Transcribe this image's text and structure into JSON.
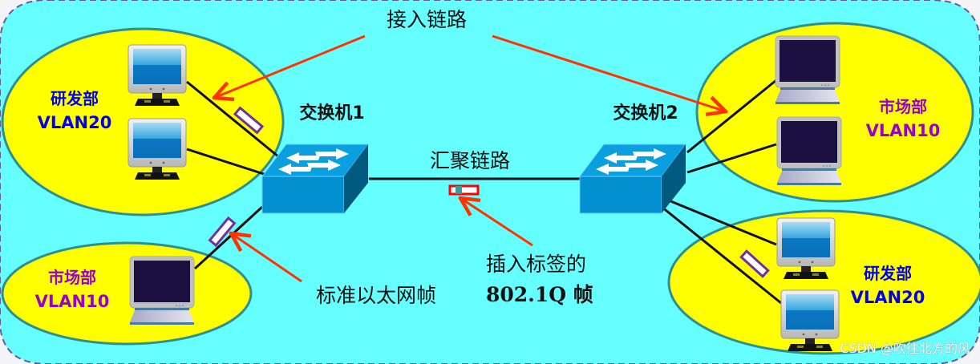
{
  "title": "VLAN 接入链路与汇聚链路示意图",
  "labels": {
    "access_link": "接入链路",
    "trunk_link": "汇聚链路",
    "standard_frame": "标准以太网帧",
    "tagged_frame_line1": "插入标签的",
    "tagged_frame_line2": "802.1Q  帧"
  },
  "switches": [
    {
      "name": "交换机1"
    },
    {
      "name": "交换机2"
    }
  ],
  "groups": [
    {
      "id": "sw1-rd",
      "dept": "研发部",
      "vlan": "VLAN20",
      "dept_color": "#0000ee",
      "device": "desktop",
      "count": 2
    },
    {
      "id": "sw1-mkt",
      "dept": "市场部",
      "vlan": "VLAN10",
      "dept_color": "#9900cc",
      "device": "laptop",
      "count": 1
    },
    {
      "id": "sw2-mkt",
      "dept": "市场部",
      "vlan": "VLAN10",
      "dept_color": "#9900cc",
      "device": "laptop",
      "count": 2
    },
    {
      "id": "sw2-rd",
      "dept": "研发部",
      "vlan": "VLAN20",
      "dept_color": "#0000ee",
      "device": "desktop",
      "count": 2
    }
  ],
  "colors": {
    "background": "#66ffff",
    "group_fill": "#ffff00",
    "group_stroke": "#2f8f8f",
    "arrow": "#ff3300",
    "frame_standard": "#7030a0",
    "frame_tagged": "#ff0000",
    "switch_top": "#0099dd",
    "switch_front": "#0088cc",
    "switch_side": "#005a80"
  },
  "watermark": "CSDN @吹往北方的风"
}
